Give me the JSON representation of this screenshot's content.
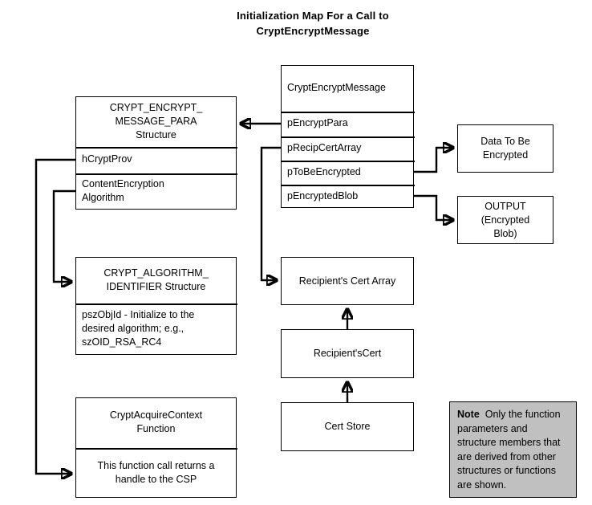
{
  "title": {
    "line1": "Initialization Map For a Call to",
    "line2": "CryptEncryptMessage"
  },
  "boxes": {
    "encrypt_message_para": {
      "header": {
        "line1": "CRYPT_ENCRYPT_",
        "line2": "MESSAGE_PARA",
        "line3": "Structure"
      },
      "members": [
        "hCryptProv",
        "ContentEncryption\nAlgorithm"
      ]
    },
    "crypt_encrypt_message": {
      "header": "CryptEncryptMessage",
      "parameters": [
        "pEncryptPara",
        "pRecipCertArray",
        "pToBeEncrypted",
        "pEncryptedBlob"
      ]
    },
    "algorithm_identifier": {
      "header": {
        "line1": "CRYPT_ALGORITHM_",
        "line2": "IDENTIFIER Structure"
      },
      "body": {
        "line1": "pszObjId - Initialize  to the",
        "line2": "desired algorithm; e.g.,",
        "line3": "szOID_RSA_RC4"
      }
    },
    "crypt_acquire_context": {
      "header": {
        "line1": "CryptAcquireContext",
        "line2": "Function"
      },
      "body": {
        "line1": "This function call returns a",
        "line2": "handle to the CSP"
      }
    },
    "data_to_be_encrypted": {
      "line1": "Data To Be",
      "line2": "Encrypted"
    },
    "output_encrypted_blob": {
      "line1": "OUTPUT",
      "line2": "(Encrypted",
      "line3": "Blob)"
    },
    "recipient_cert_array": {
      "label": "Recipient's Cert Array"
    },
    "recipient_cert": {
      "label": "Recipient'sCert"
    },
    "cert_store": {
      "label": "Cert Store"
    }
  },
  "note": {
    "label": "Note",
    "line1": "Only the function",
    "line2": "parameters and",
    "line3": "structure members that",
    "line4": "are derived from other",
    "line5": "structures or functions",
    "line6": "are shown."
  },
  "colors": {
    "background": "#ffffff",
    "stroke": "#000000",
    "note_background": "#c0c0c0"
  }
}
